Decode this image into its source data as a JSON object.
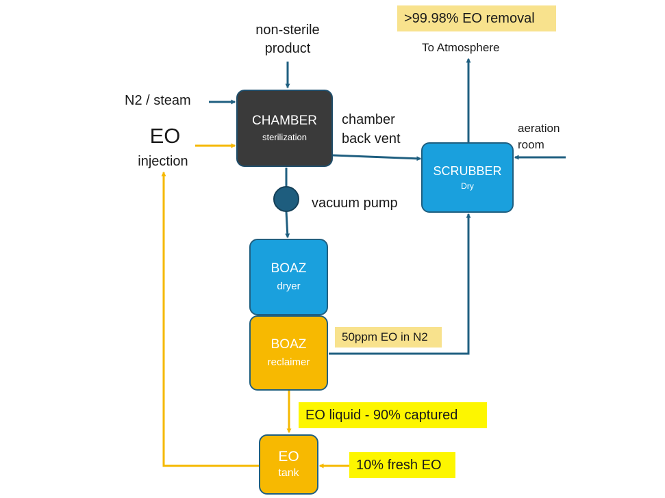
{
  "colors": {
    "flow_blue": "#1f5f80",
    "flow_yellow": "#f5b800",
    "chamber_fill": "#3a3a3a",
    "blue_box": "#1aa0dd",
    "yellow_box": "#f7b901",
    "pump_fill": "#1e5d7e",
    "highlight_pale": "#f8e28d",
    "highlight_bright": "#fdf600"
  },
  "inputs": {
    "product": [
      "non-sterile",
      "product"
    ],
    "n2_steam": "N2 / steam",
    "eo": "EO",
    "eo_injection": "injection",
    "aeration": [
      "aeration",
      "room"
    ]
  },
  "chamber": {
    "title": "CHAMBER",
    "subtitle": "sterilization"
  },
  "back_vent": [
    "chamber",
    "back vent"
  ],
  "vacuum_pump": "vacuum pump",
  "scrubber": {
    "title": "SCRUBBER",
    "subtitle": "Dry"
  },
  "atmosphere": "To Atmosphere",
  "removal_note": ">99.98% EO removal",
  "boaz_dryer": {
    "title": "BOAZ",
    "subtitle": "dryer"
  },
  "boaz_reclaimer": {
    "title": "BOAZ",
    "subtitle": "reclaimer"
  },
  "n2_note": "50ppm EO in N2",
  "liquid_note": "EO liquid - 90% captured",
  "eo_tank": {
    "title": "EO",
    "subtitle": "tank"
  },
  "fresh_note": "10% fresh EO"
}
